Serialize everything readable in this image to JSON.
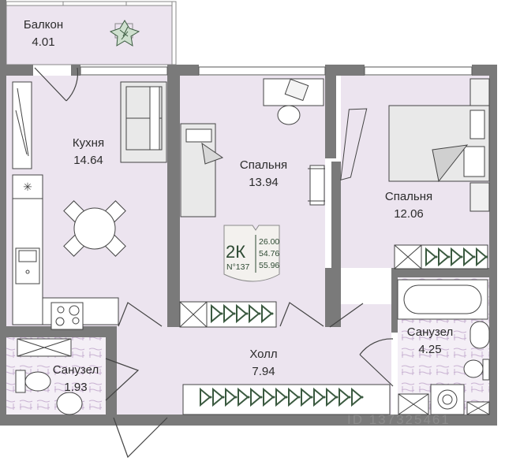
{
  "plan": {
    "colors": {
      "wall": "#7a7a7a",
      "room_fill": "#ece4ef",
      "wet_fill": "#f4eff6",
      "furniture_fill": "#ffffff",
      "furniture_stroke": "#3f3f3f",
      "accent_green": "#3b5a40",
      "tile_pattern": "#c9b3d3"
    },
    "rooms": [
      {
        "id": "balcony",
        "name": "Балкон",
        "area": "4.01"
      },
      {
        "id": "kitchen",
        "name": "Кухня",
        "area": "14.64"
      },
      {
        "id": "bedroom1",
        "name": "Спальня",
        "area": "13.94"
      },
      {
        "id": "bedroom2",
        "name": "Спальня",
        "area": "12.06"
      },
      {
        "id": "bathroom-large",
        "name": "Санузел",
        "area": "4.25"
      },
      {
        "id": "bathroom-small",
        "name": "Санузел",
        "area": "1.93"
      },
      {
        "id": "hall",
        "name": "Холл",
        "area": "7.94"
      }
    ],
    "badge": {
      "type": "2К",
      "number": "N°137",
      "areas": [
        "26.00",
        "54.76",
        "55.96"
      ]
    },
    "watermark": "ID 137325461"
  }
}
